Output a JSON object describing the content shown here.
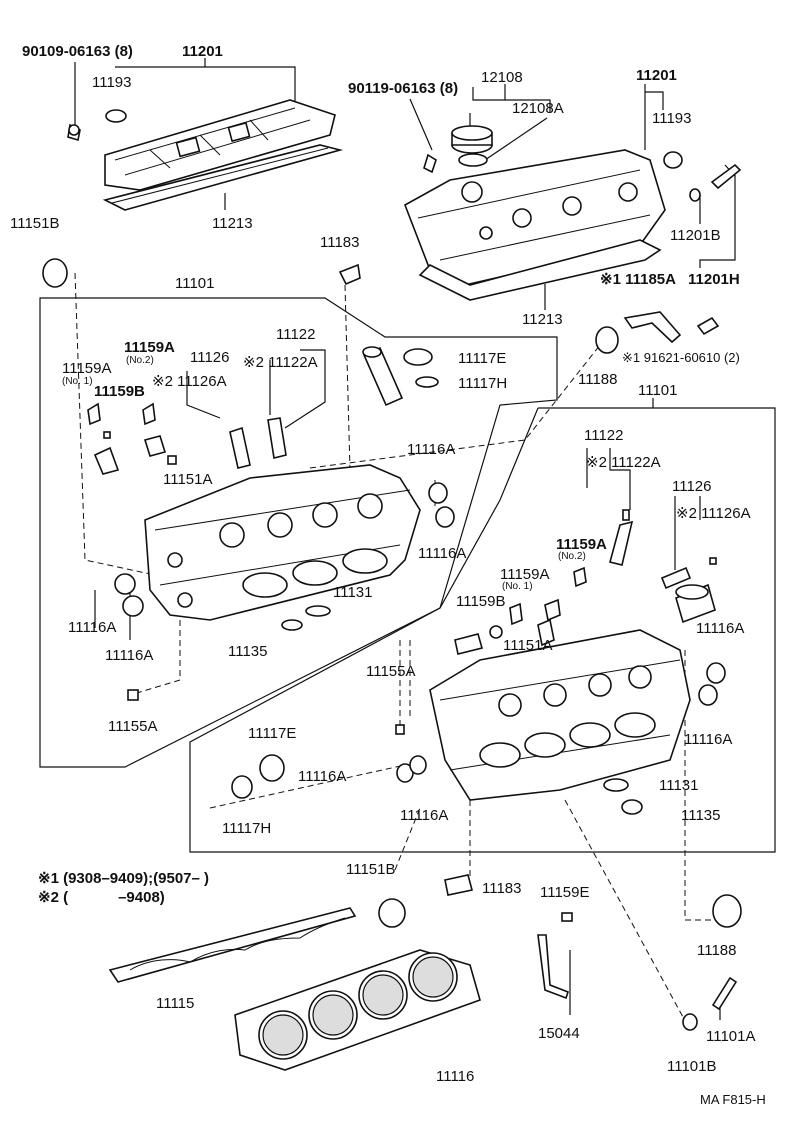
{
  "labels": {
    "p_90109": "90109-06163 (8)",
    "p_11201_left": "11201",
    "p_11193_left": "11193",
    "p_11213_left": "11213",
    "p_11151B_top": "11151B",
    "p_90119": "90119-06163 (8)",
    "p_12108": "12108",
    "p_12108A": "12108A",
    "p_11201_right": "11201",
    "p_11193_right": "11193",
    "p_11201B": "11201B",
    "p_11185A": "※1 11185A",
    "p_11201H": "11201H",
    "p_91621": "※1 91621-60610 (2)",
    "p_11213_right": "11213",
    "p_11183_top": "11183",
    "p_11101_left": "11101",
    "p_11122_left": "11122",
    "p_11122A_left": "※2 11122A",
    "p_11159A_no2_left": "11159A",
    "p_no2_left": "(No.2)",
    "p_11126_left": "11126",
    "p_11126A_left": "※2 11126A",
    "p_11159A_no1_left": "11159A",
    "p_no1_left": "(No. 1)",
    "p_11159B_left": "11159B",
    "p_11117E_top": "11117E",
    "p_11117H_top": "11117H",
    "p_11188_top": "11188",
    "p_11151A_left": "11151A",
    "p_11116A_l1": "11116A",
    "p_11116A_l2": "11116A",
    "p_11116A_l3": "11116A",
    "p_11116A_l4": "11116A",
    "p_11131_left": "11131",
    "p_11135_left": "11135",
    "p_11155A_left": "11155A",
    "p_11101_right": "11101",
    "p_11122_right": "11122",
    "p_11122A_right": "※2 11122A",
    "p_11126_right": "11126",
    "p_11126A_right": "※2 11126A",
    "p_11159A_no2_right": "11159A",
    "p_no2_right": "(No.2)",
    "p_11159A_no1_right": "11159A",
    "p_no1_right": "(No. 1)",
    "p_11159B_right": "11159B",
    "p_11151A_right": "11151A",
    "p_11116A_r1": "11116A",
    "p_11116A_r2": "11116A",
    "p_11155A_right": "11155A",
    "p_11117E_bottom": "11117E",
    "p_11116A_r3": "11116A",
    "p_11116A_r4": "11116A",
    "p_11131_right": "11131",
    "p_11135_right": "11135",
    "p_11117H_bottom": "11117H",
    "p_11151B_bottom": "11151B",
    "p_11183_bottom": "11183",
    "p_11159E": "11159E",
    "p_11188_bottom": "11188",
    "p_11115": "11115",
    "p_15044": "15044",
    "p_11101A": "11101A",
    "p_11116_bottom": "11116",
    "p_11101B": "11101B",
    "note1": "※1 (9308–9409);(9507–        )",
    "note2": "※2 (            –9408)",
    "footer": "MA F815-H"
  }
}
